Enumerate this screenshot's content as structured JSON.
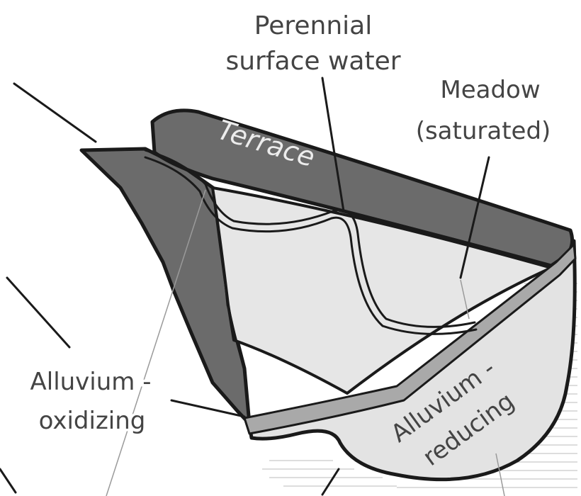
{
  "labels": {
    "perennial_surface_water": [
      "Perennial",
      "surface water"
    ],
    "meadow": [
      "Meadow",
      "(saturated)"
    ],
    "terrace": "Terrace",
    "alluvium_oxidizing": [
      "Alluvium -",
      "oxidizing"
    ],
    "alluvium_reducing": [
      "Alluvium -",
      "reducing"
    ]
  },
  "colors": {
    "dark_fill": "#6b6b6b",
    "meadow_fill": "#e6e6e6",
    "reducing_fill": "#e3e3e3",
    "gray_band": "#a9a9a9",
    "outline": "#1a1a1a",
    "text": "#444444"
  }
}
